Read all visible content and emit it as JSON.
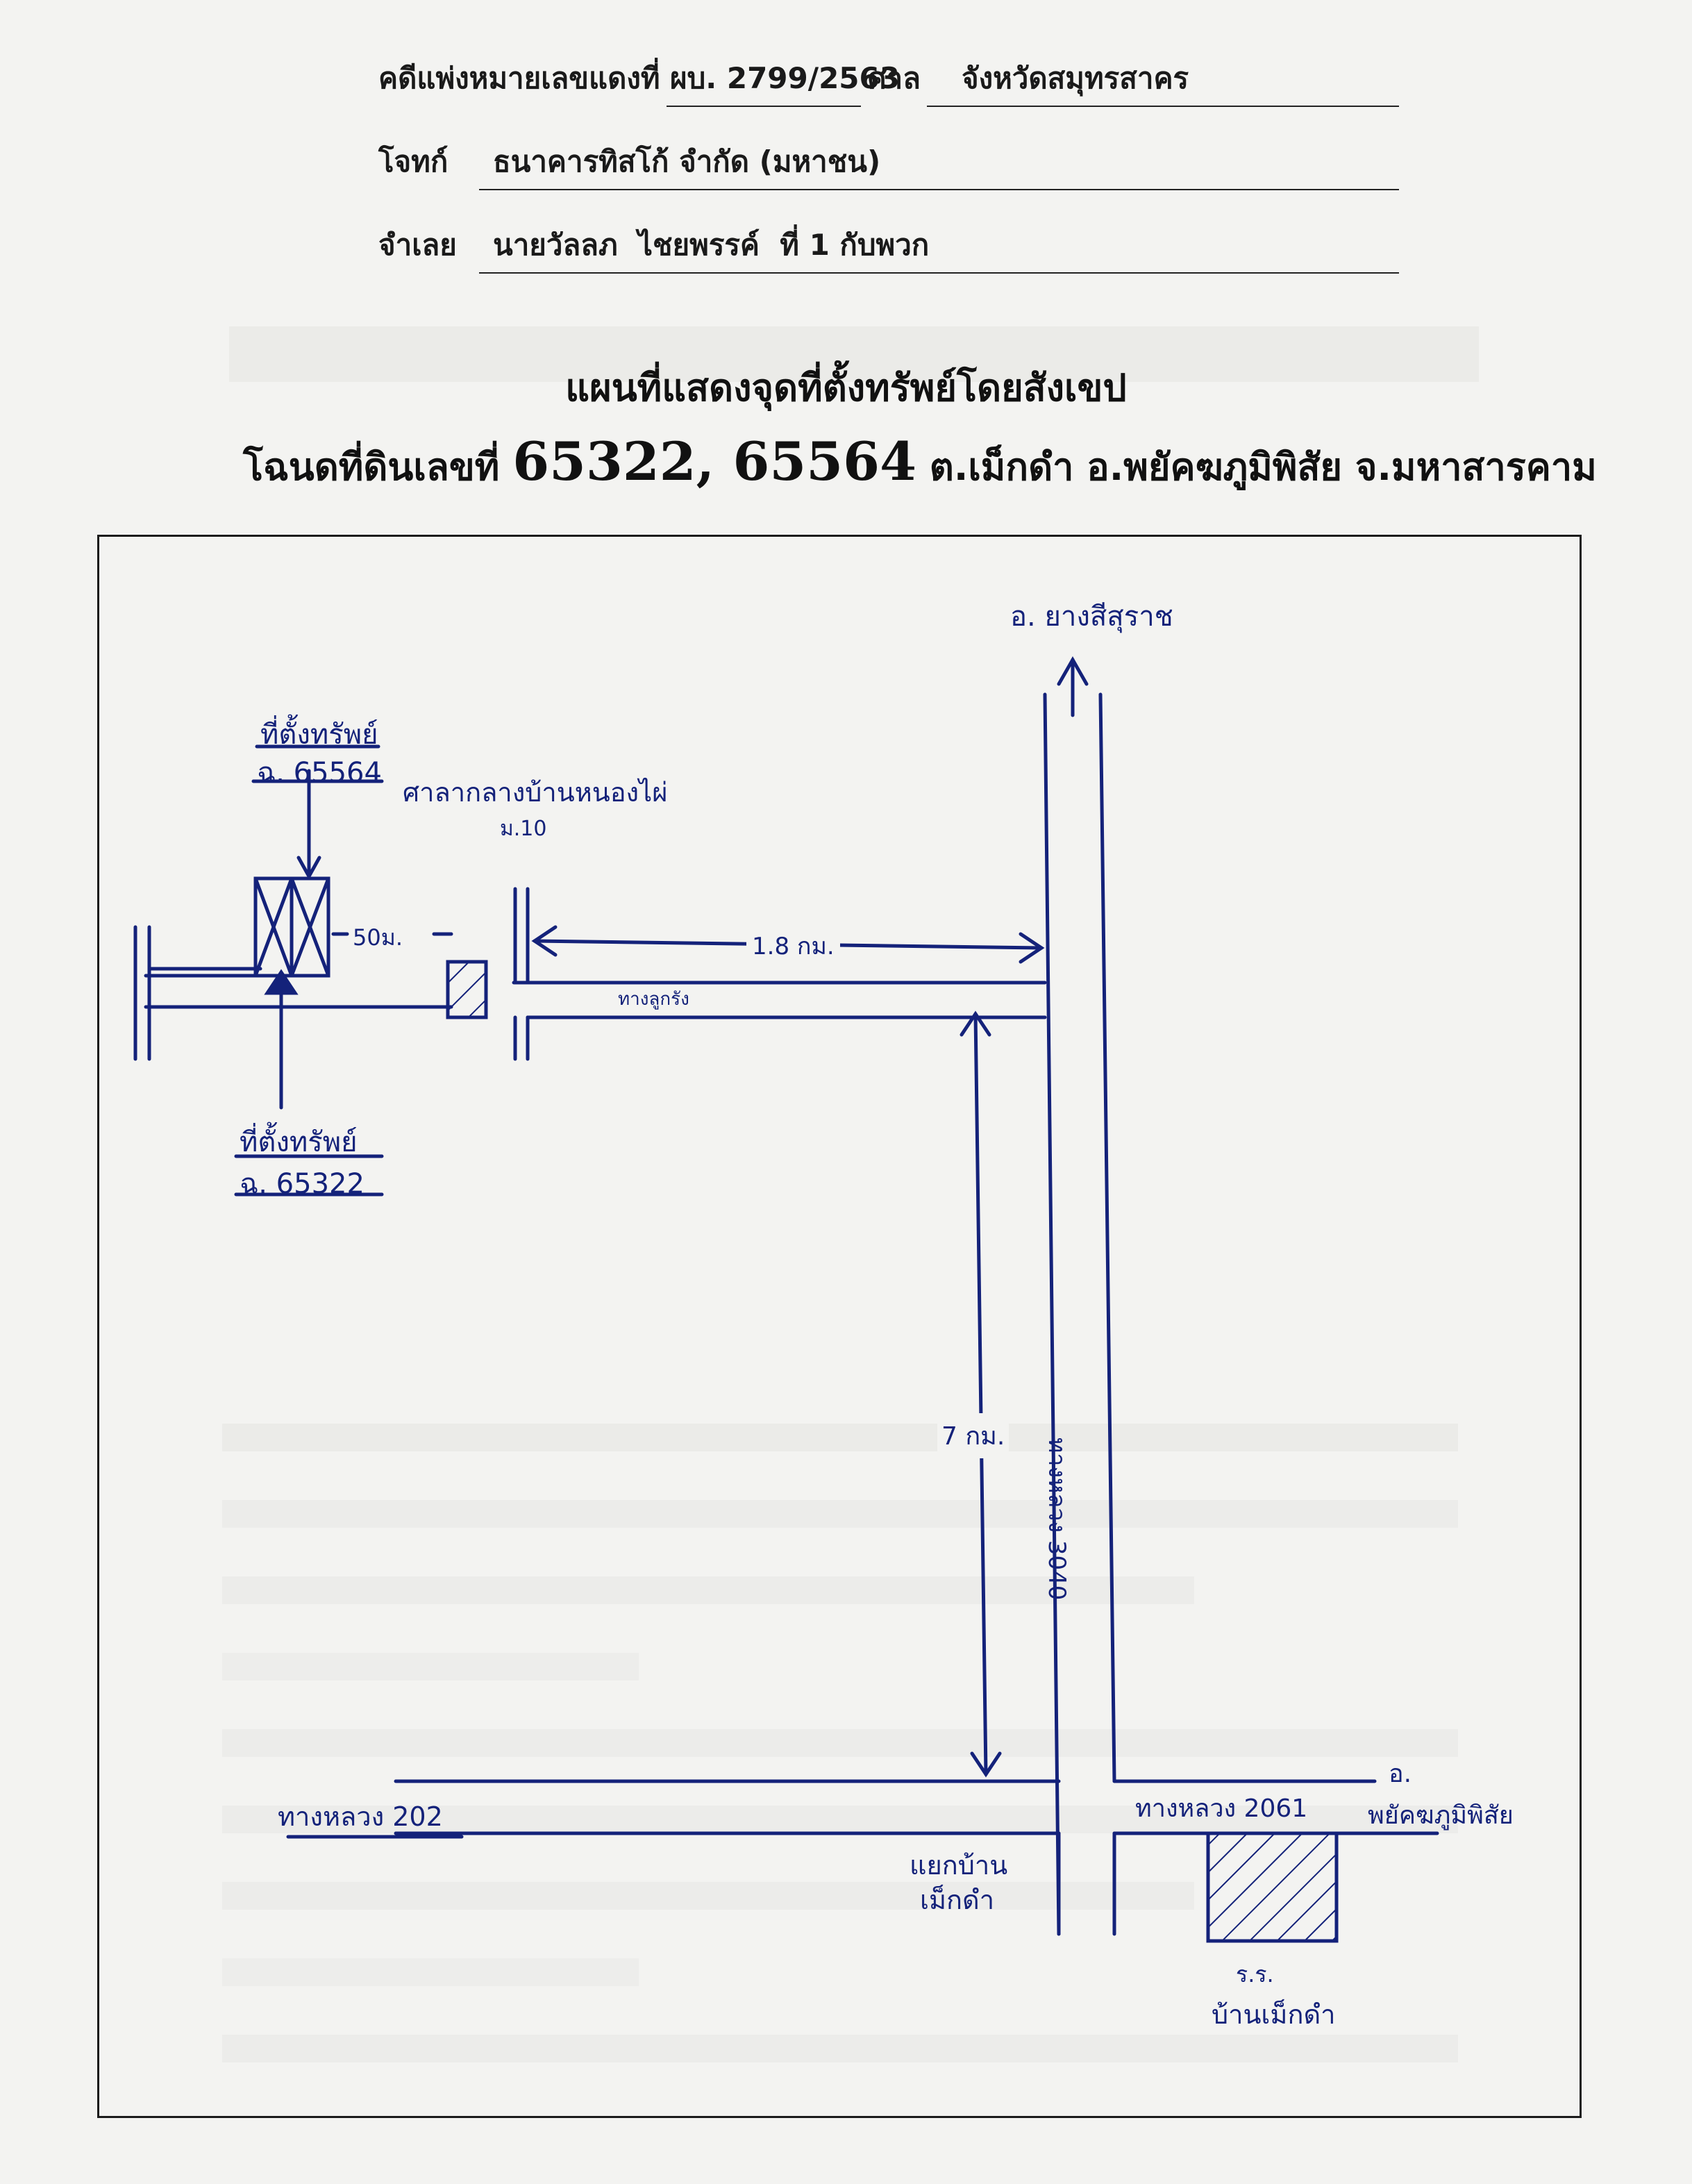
{
  "header": {
    "case_label": "คดีแพ่งหมายเลขแดงที่",
    "case_no": "ผบ. 2799/2563",
    "court_label": "ศาล",
    "court_name": "จังหวัดสมุทรสาคร",
    "plaintiff_label": "โจทก์",
    "plaintiff_name": "ธนาคารทิสโก้ จำกัด (มหาชน)",
    "defendant_label": "จำเลย",
    "defendant_name": "นายวัลลภ  ไชยพรรค์  ที่ 1 กับพวก"
  },
  "title": "แผนที่แสดงจุดที่ตั้งทรัพย์โดยสังเขป",
  "subtitle": {
    "prefix": "โฉนดที่ดินเลขที่",
    "numbers": "65322, 65564",
    "location": "ต.เม็กดำ อ.พยัคฆภูมิพิสัย จ.มหาสารคาม"
  },
  "map_labels": {
    "north_dest": "อ. ยางสีสุราช",
    "asset_1_title": "ที่ตั้งทรัพย์",
    "asset_1_deed": "ฉ. 65564",
    "hall": "ศาลากลางบ้านหนองไผ่",
    "village_no": "ม.10",
    "dist_50m": "50ม.",
    "dist_1_8km": "1.8 กม.",
    "lateritic_road": "ทางลูกรัง",
    "asset_2_title": "ที่ตั้งทรัพย์",
    "asset_2_deed": "ฉ. 65322",
    "dist_7km": "7 กม.",
    "highway_north": "ทางหลวง 3040",
    "highway_202": "ทางหลวง 202",
    "highway_2061": "ทางหลวง 2061",
    "east_dest_prefix": "อ.",
    "east_dest": "พยัคฆภูมิพิสัย",
    "junction_1": "แยกบ้าน",
    "junction_2": "เม็กดำ",
    "school_1": "ร.ร.",
    "school_2": "บ้านเม็กดำ"
  },
  "colors": {
    "ink_blue": "#14227a",
    "print_black": "#1a1a1a",
    "ghost_gray": "#d9d9d6"
  }
}
